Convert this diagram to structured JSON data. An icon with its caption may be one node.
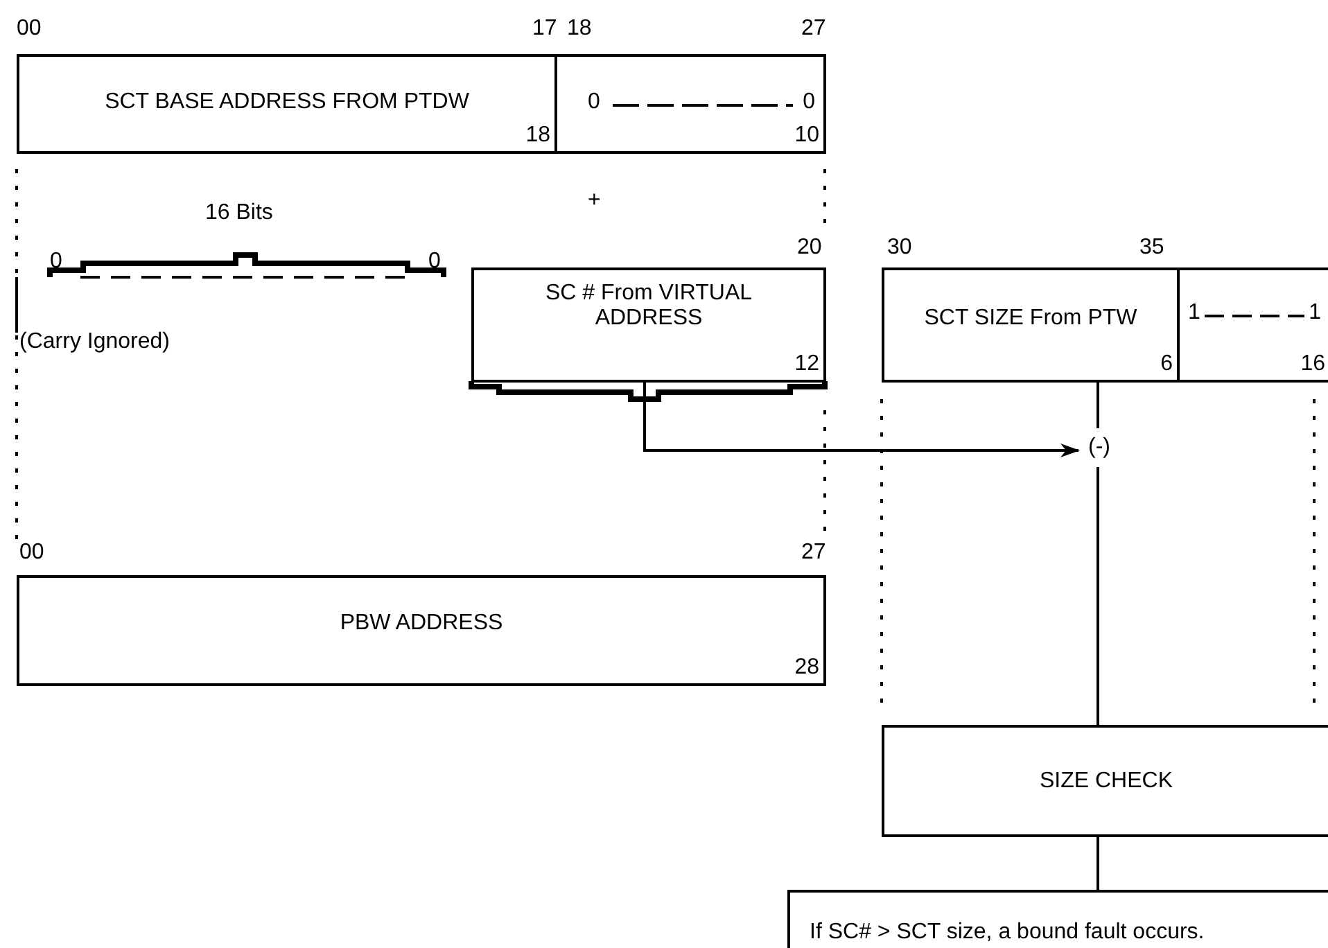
{
  "diagram": {
    "nodes": [
      {
        "text": [
          "SCT BASE ADDRESS FROM PTDW",
          "18"
        ],
        "beside": [
          "00",
          "17"
        ]
      },
      {
        "text": [
          "0",
          "0",
          "10"
        ],
        "beside": [
          "18",
          "27"
        ]
      },
      {
        "text": [
          "SC # From VIRTUAL ADDRESS",
          "12"
        ],
        "beside": [
          "20"
        ]
      },
      {
        "text": [
          "SCT SIZE From PTW",
          "6"
        ],
        "beside": [
          "30",
          "35"
        ]
      },
      {
        "text": [
          "1",
          "1",
          "16"
        ]
      },
      {
        "text": [
          "(-)"
        ]
      },
      {
        "text": [
          "PBW ADDRESS",
          "28"
        ],
        "beside": [
          "00",
          "27"
        ]
      },
      {
        "text": [
          "SIZE CHECK"
        ]
      },
      {
        "text": [
          "If SC# > SCT size, a bound fault occurs."
        ]
      }
    ],
    "edges": [
      {
        "from": 2,
        "to": 5,
        "arrow": "to"
      },
      {
        "from": 3,
        "to": 5,
        "arrow": "none"
      },
      {
        "from": 5,
        "to": 7,
        "arrow": "none"
      },
      {
        "from": 7,
        "to": 8,
        "arrow": "none"
      }
    ],
    "labels": [
      "+",
      "16 Bits",
      "0",
      "0",
      "(Carry Ignored)"
    ]
  }
}
